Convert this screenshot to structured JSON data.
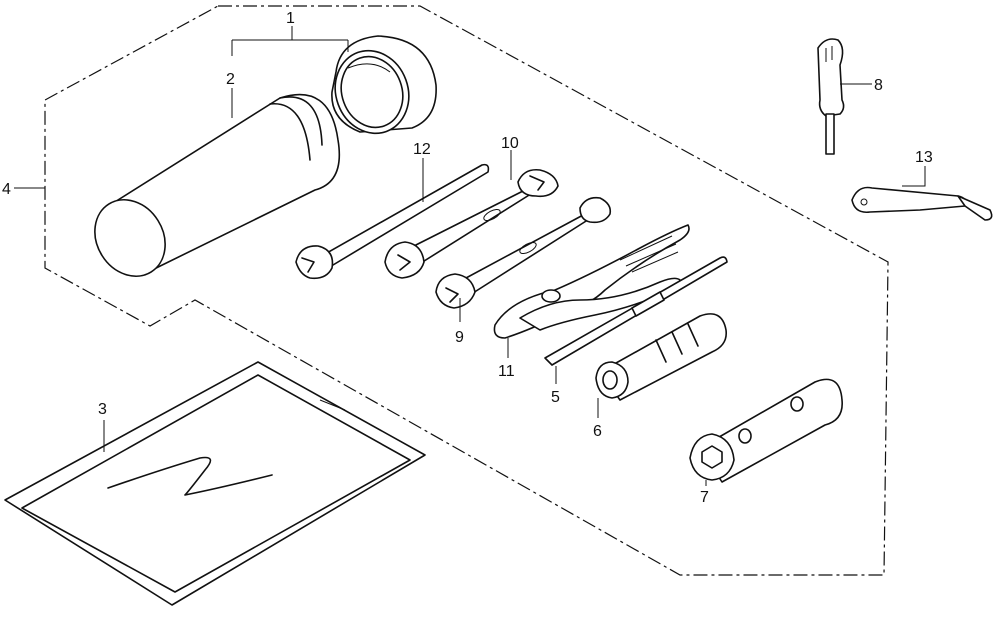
{
  "parts": [
    {
      "ref": "1"
    },
    {
      "ref": "2"
    },
    {
      "ref": "3"
    },
    {
      "ref": "4"
    },
    {
      "ref": "5"
    },
    {
      "ref": "6"
    },
    {
      "ref": "7"
    },
    {
      "ref": "8"
    },
    {
      "ref": "9"
    },
    {
      "ref": "10"
    },
    {
      "ref": "11"
    },
    {
      "ref": "12"
    },
    {
      "ref": "13"
    }
  ]
}
